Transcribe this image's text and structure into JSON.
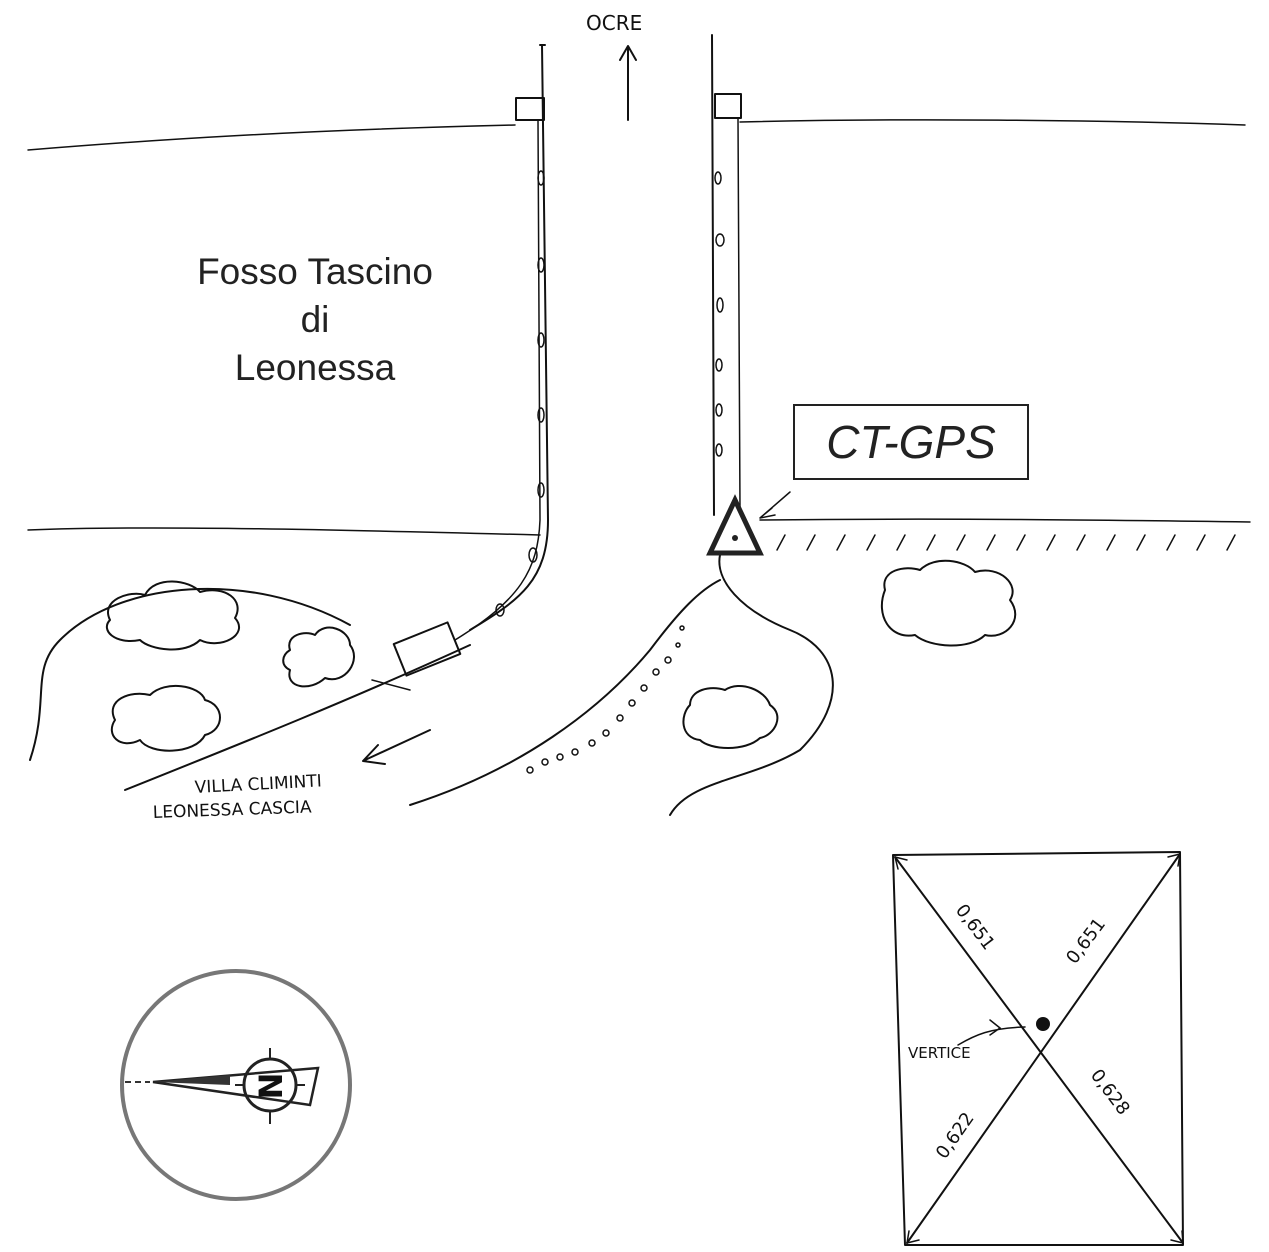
{
  "direction_north": "OCRE",
  "place_name": {
    "line1": "Fosso Tascino",
    "line2": "di",
    "line3": "Leonessa"
  },
  "station_label": "CT-GPS",
  "direction_southwest": {
    "line1": "VILLA CLIMINTI",
    "line2": "LEONESSA CASCIA"
  },
  "compass": {
    "letter": "N"
  },
  "measurement_diagram": {
    "center_label": "VERTICE",
    "distances": {
      "top_left": "0,651",
      "top_right": "0,651",
      "bottom_left": "0,622",
      "bottom_right": "0,628"
    }
  }
}
